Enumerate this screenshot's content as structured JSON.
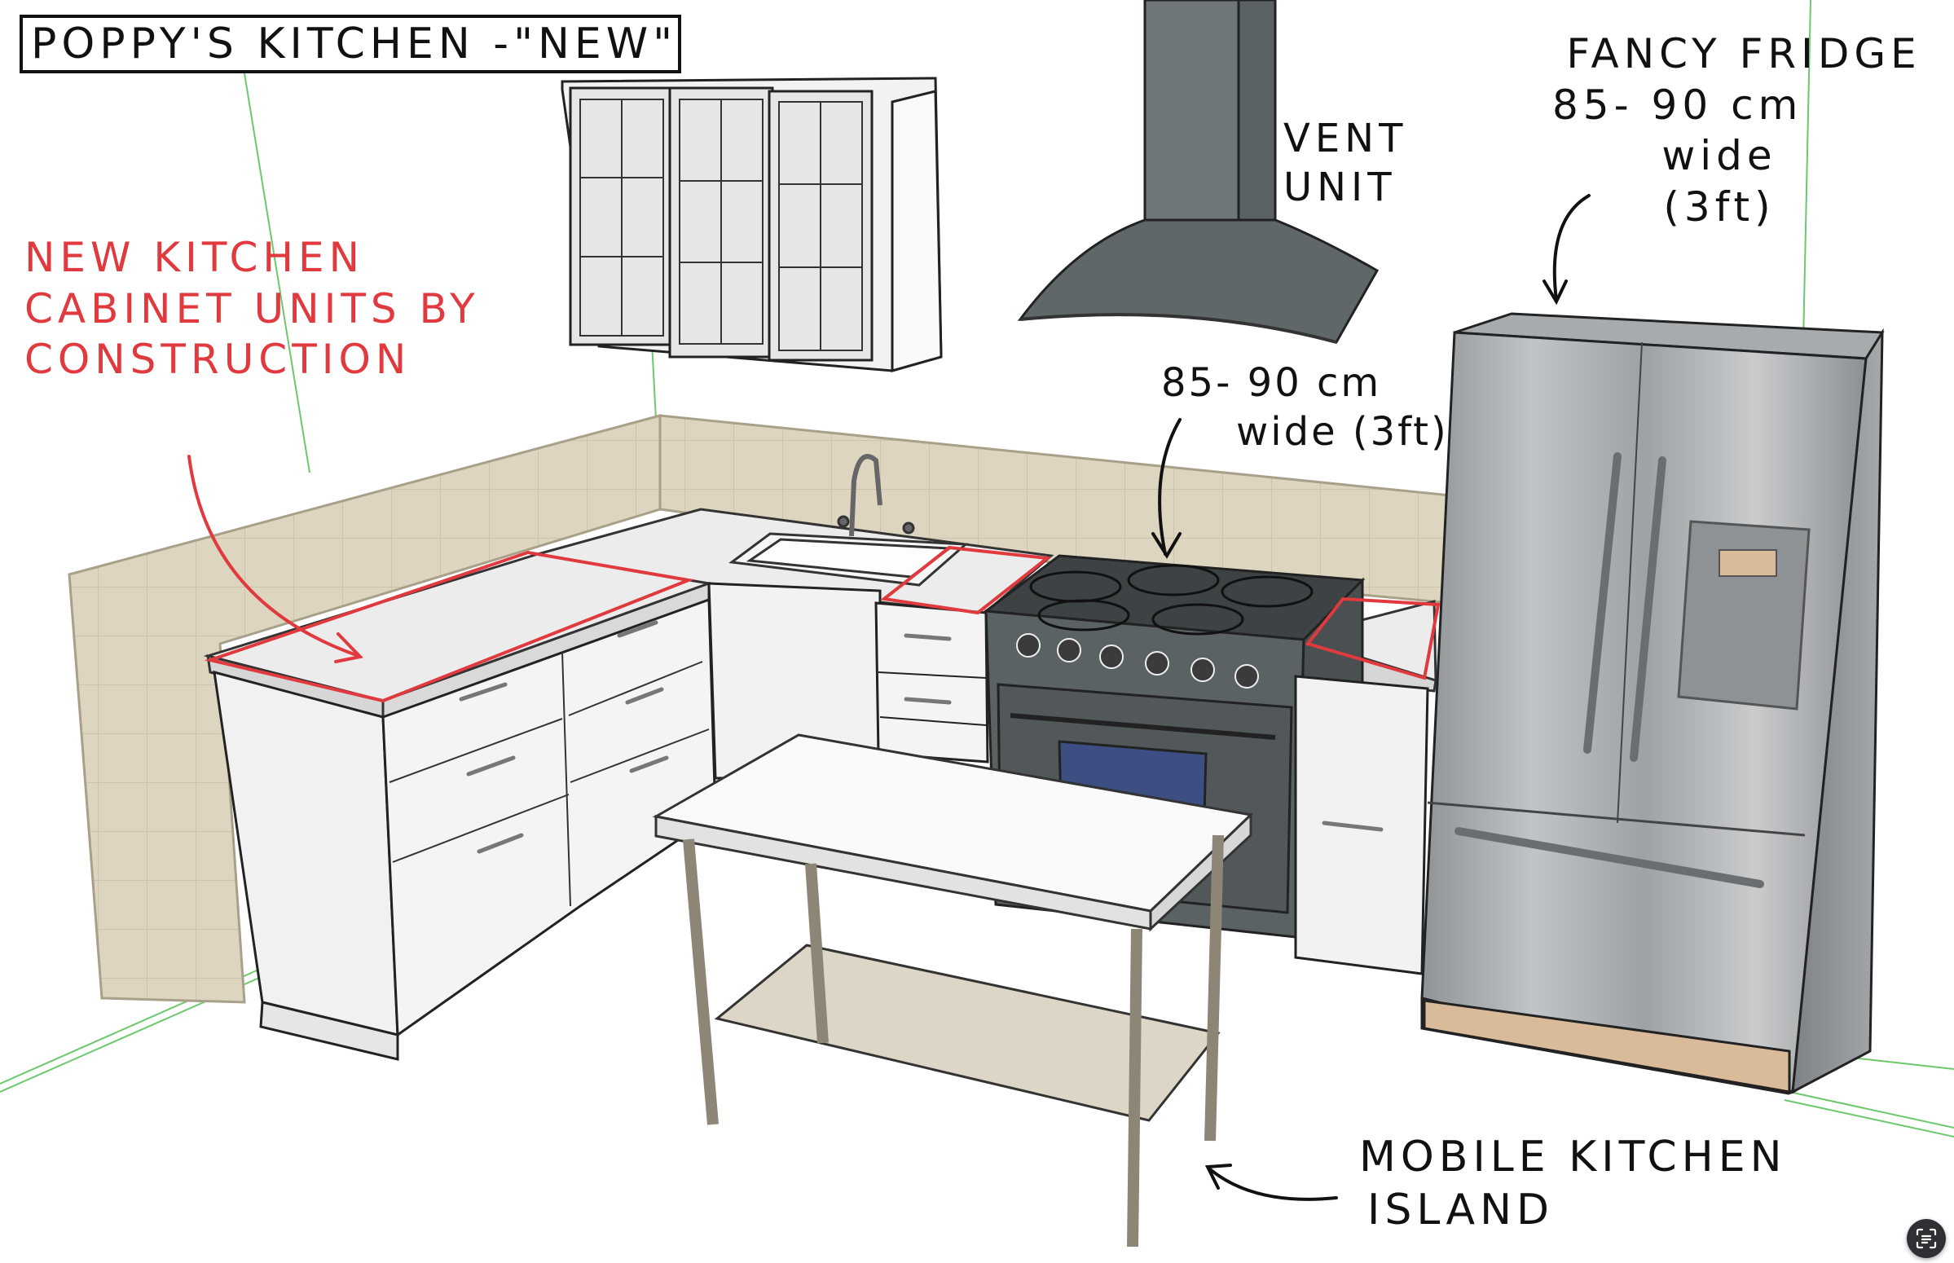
{
  "title": "POPPY'S KITCHEN -\"NEW\"",
  "annotations": {
    "cabinets": {
      "lines": [
        "NEW KITCHEN",
        "CABINET UNITS BY",
        "CONSTRUCTION"
      ],
      "color": "#e0393e"
    },
    "vent": {
      "lines": [
        "VENT",
        "UNIT"
      ]
    },
    "fridge": {
      "lines": [
        "FANCY FRIDGE",
        "85- 90 cm",
        "wide",
        "(3ft)"
      ]
    },
    "stove": {
      "lines": [
        "85- 90 cm",
        "wide (3ft)"
      ]
    },
    "island": {
      "lines": [
        "MOBILE KITCHEN",
        "ISLAND"
      ]
    }
  },
  "colors": {
    "wall_tile": "#ddd5bf",
    "countertop": "#ececec",
    "cabinet": "#f4f4f4",
    "stove": "#5b6263",
    "fridge": "#9fa3a6",
    "floor_guides": "#2ea82e",
    "highlight": "#e0393e"
  },
  "icons": {
    "lens_button": "scan-text-icon"
  }
}
